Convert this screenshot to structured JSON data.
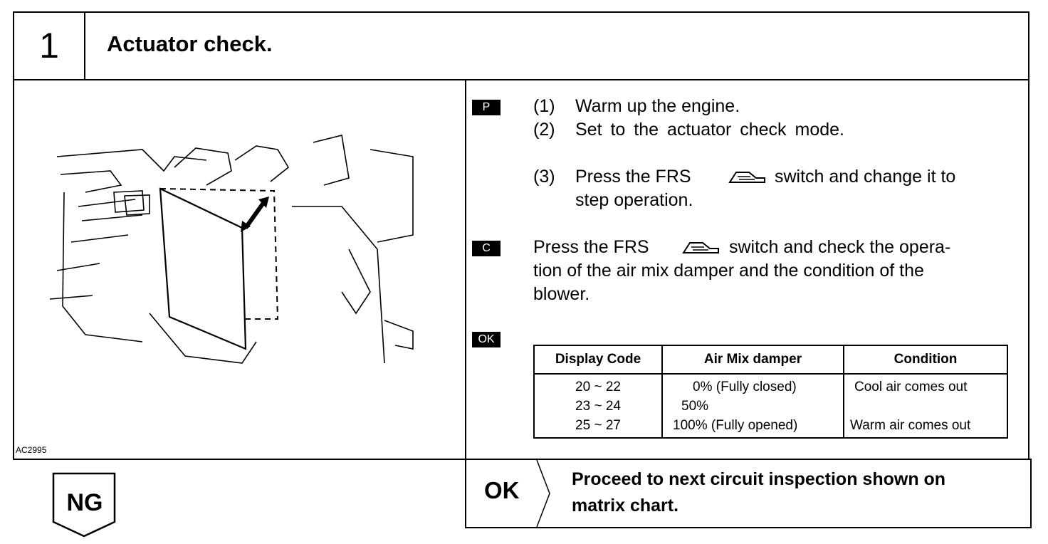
{
  "step": {
    "number": "1",
    "title": "Actuator check."
  },
  "figure": {
    "code": "AC2995"
  },
  "tags": {
    "p": "P",
    "c": "C",
    "ok": "OK"
  },
  "prep": {
    "s1_num": "(1)",
    "s1_text": "Warm up the engine.",
    "s2_num": "(2)",
    "s2_text": "Set to the actuator check mode.",
    "s3_num": "(3)",
    "s3_a": "Press the FRS",
    "s3_b": "switch and change it to",
    "s3_c": "step operation."
  },
  "check": {
    "l1_a": "Press the FRS",
    "l1_b": "switch and check the opera-",
    "l2": "tion of the air mix damper and the condition of the",
    "l3": "blower."
  },
  "table": {
    "headers": [
      "Display Code",
      "Air Mix damper",
      "Condition"
    ],
    "rows": [
      [
        "20 ~ 22",
        "0% (Fully closed)",
        "Cool air comes out"
      ],
      [
        "23 ~ 24",
        "50%",
        ""
      ],
      [
        "25 ~ 27",
        "100% (Fully opened)",
        "Warm air comes out"
      ]
    ]
  },
  "result": {
    "ng": "NG",
    "ok": "OK",
    "ok_message_l1": "Proceed to next circuit inspection shown on",
    "ok_message_l2": "matrix chart."
  }
}
